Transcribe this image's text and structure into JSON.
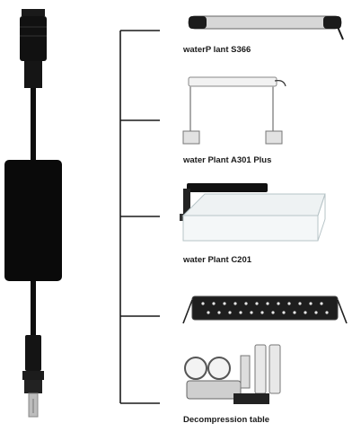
{
  "products": [
    {
      "label": "waterP lant S366"
    },
    {
      "label": "water Plant A301 Plus"
    },
    {
      "label": "water Plant C201"
    },
    {
      "label": ""
    },
    {
      "label": "Decompression table"
    }
  ],
  "colors": {
    "cable": "#0d0d0d",
    "bracket": "#1a1a1a",
    "label": "#1a1a1a"
  },
  "icons": {
    "adapter": "power-adapter-icon",
    "tube": "tube-light-icon",
    "stand": "stand-light-icon",
    "clip": "clip-light-tank-icon",
    "bar": "led-bar-light-icon",
    "regulator": "co2-regulator-icon"
  }
}
